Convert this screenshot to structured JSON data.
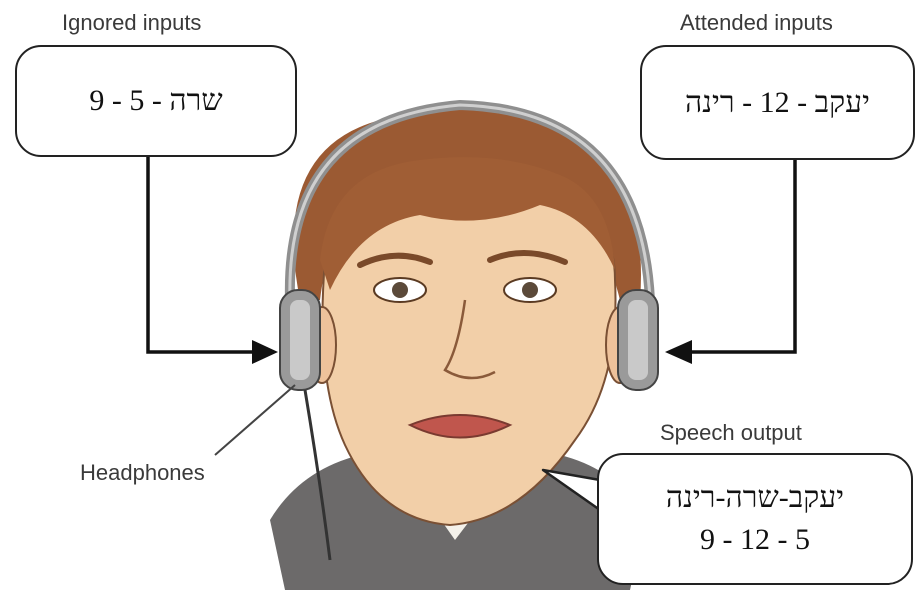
{
  "labels": {
    "ignored": "Ignored inputs",
    "attended": "Attended inputs",
    "speech": "Speech output",
    "headphones": "Headphones"
  },
  "boxes": {
    "ignored_text": "9 - שרה - 5",
    "attended_text": "יעקב - 12 - רינה",
    "speech_line1": "יעקב-שרה-רינה",
    "speech_line2": "9 - 12 - 5"
  }
}
